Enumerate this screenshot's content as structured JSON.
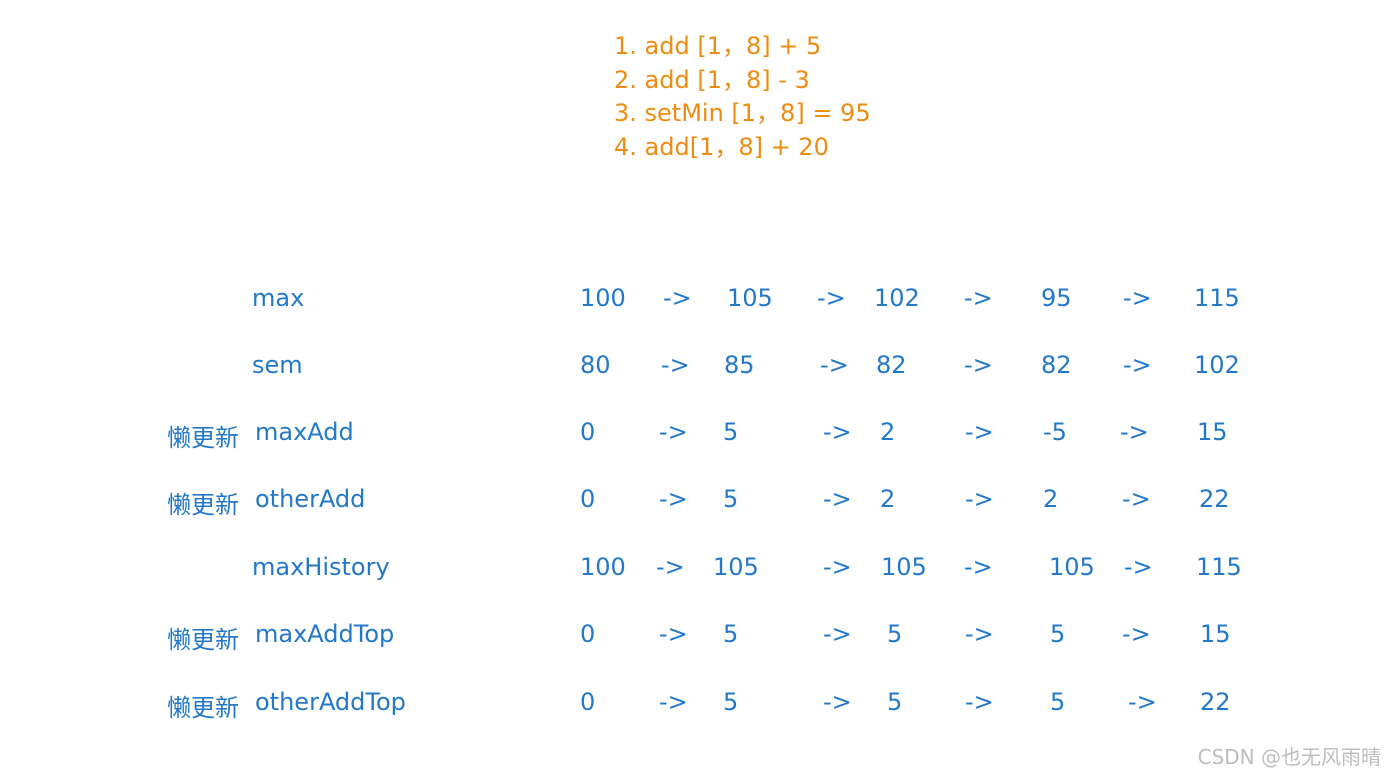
{
  "operations": [
    "1. add [1，8] + 5",
    "2. add [1，8] - 3",
    "3. setMin [1，8] = 95",
    "4. add[1，8] + 20"
  ],
  "arrow": "->",
  "rows": [
    {
      "prefix": "",
      "name": "max",
      "values": [
        "100",
        "105",
        "102",
        "95",
        "115"
      ]
    },
    {
      "prefix": "",
      "name": "sem",
      "values": [
        "80",
        "85",
        "82",
        "82",
        "102"
      ]
    },
    {
      "prefix": "懒更新",
      "name": "maxAdd",
      "values": [
        "0",
        "5",
        "2",
        "-5",
        "15"
      ]
    },
    {
      "prefix": "懒更新",
      "name": "otherAdd",
      "values": [
        "0",
        "5",
        "2",
        "2",
        "22"
      ]
    },
    {
      "prefix": "",
      "name": "maxHistory",
      "values": [
        "100",
        "105",
        "105",
        "105",
        "115"
      ]
    },
    {
      "prefix": "懒更新",
      "name": "maxAddTop",
      "values": [
        "0",
        "5",
        "5",
        "5",
        "15"
      ]
    },
    {
      "prefix": "懒更新",
      "name": "otherAddTop",
      "values": [
        "0",
        "5",
        "5",
        "5",
        "22"
      ]
    }
  ],
  "watermark": "CSDN @也无风雨晴"
}
